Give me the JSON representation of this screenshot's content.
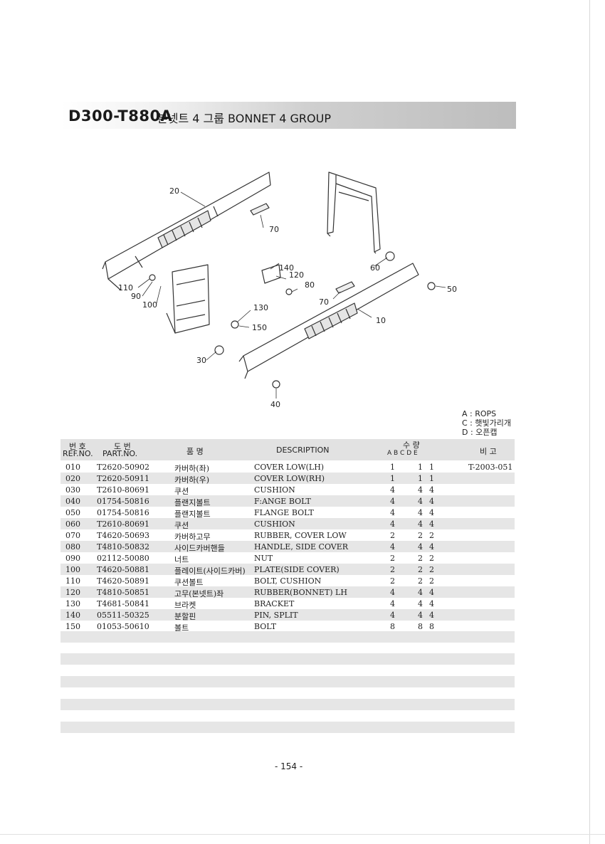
{
  "header": {
    "code": "D300-T880A",
    "name": "본넷트 4 그룹 BONNET 4 GROUP"
  },
  "diagram": {
    "callouts": [
      "20",
      "70",
      "140",
      "120",
      "60",
      "110",
      "90",
      "80",
      "100",
      "70",
      "50",
      "130",
      "150",
      "10",
      "30",
      "40"
    ]
  },
  "legend": {
    "a": "A : ROPS",
    "c": "C : 햇빛가리개",
    "d": "D : 오픈캡"
  },
  "table": {
    "headers": {
      "ref_ko": "번 호",
      "ref_en": "REF.NO.",
      "part_ko": "도 번",
      "part_en": "PART.NO.",
      "name_ko": "품 명",
      "description": "DESCRIPTION",
      "qty": "수 량",
      "cols": "A B C D E",
      "remarks": "비 고"
    },
    "rows": [
      {
        "ref": "010",
        "part": "T2620-50902",
        "kor": "카버하(좌)",
        "desc": "COVER LOW(LH)",
        "a": "1",
        "c": "1",
        "d": "1",
        "remark": "T-2003-051"
      },
      {
        "ref": "020",
        "part": "T2620-50911",
        "kor": "카버하(우)",
        "desc": "COVER LOW(RH)",
        "a": "1",
        "c": "1",
        "d": "1",
        "remark": ""
      },
      {
        "ref": "030",
        "part": "T2610-80691",
        "kor": "쿠션",
        "desc": "CUSHION",
        "a": "4",
        "c": "4",
        "d": "4",
        "remark": ""
      },
      {
        "ref": "040",
        "part": "01754-50816",
        "kor": "플랜지볼트",
        "desc": "F:ANGE BOLT",
        "a": "4",
        "c": "4",
        "d": "4",
        "remark": ""
      },
      {
        "ref": "050",
        "part": "01754-50816",
        "kor": "플랜지볼트",
        "desc": "FLANGE BOLT",
        "a": "4",
        "c": "4",
        "d": "4",
        "remark": ""
      },
      {
        "ref": "060",
        "part": "T2610-80691",
        "kor": "쿠션",
        "desc": "CUSHION",
        "a": "4",
        "c": "4",
        "d": "4",
        "remark": ""
      },
      {
        "ref": "070",
        "part": "T4620-50693",
        "kor": "카버하고무",
        "desc": "RUBBER, COVER LOW",
        "a": "2",
        "c": "2",
        "d": "2",
        "remark": ""
      },
      {
        "ref": "080",
        "part": "T4810-50832",
        "kor": "사이드카버핸들",
        "desc": "HANDLE, SIDE COVER",
        "a": "4",
        "c": "4",
        "d": "4",
        "remark": ""
      },
      {
        "ref": "090",
        "part": "02112-50080",
        "kor": "너트",
        "desc": "NUT",
        "a": "2",
        "c": "2",
        "d": "2",
        "remark": ""
      },
      {
        "ref": "100",
        "part": "T4620-50881",
        "kor": "플레이트(사이드카버)",
        "desc": "PLATE(SIDE COVER)",
        "a": "2",
        "c": "2",
        "d": "2",
        "remark": ""
      },
      {
        "ref": "110",
        "part": "T4620-50891",
        "kor": "쿠션볼트",
        "desc": "BOLT, CUSHION",
        "a": "2",
        "c": "2",
        "d": "2",
        "remark": ""
      },
      {
        "ref": "120",
        "part": "T4810-50851",
        "kor": "고무(본넷트)좌",
        "desc": "RUBBER(BONNET) LH",
        "a": "4",
        "c": "4",
        "d": "4",
        "remark": ""
      },
      {
        "ref": "130",
        "part": "T4681-50841",
        "kor": "브라켓",
        "desc": "BRACKET",
        "a": "4",
        "c": "4",
        "d": "4",
        "remark": ""
      },
      {
        "ref": "140",
        "part": "05511-50325",
        "kor": "분할핀",
        "desc": "PIN, SPLIT",
        "a": "4",
        "c": "4",
        "d": "4",
        "remark": ""
      },
      {
        "ref": "150",
        "part": "01053-50610",
        "kor": "볼트",
        "desc": "BOLT",
        "a": "8",
        "c": "8",
        "d": "8",
        "remark": ""
      }
    ]
  },
  "footer": {
    "page": "- 154 -"
  }
}
